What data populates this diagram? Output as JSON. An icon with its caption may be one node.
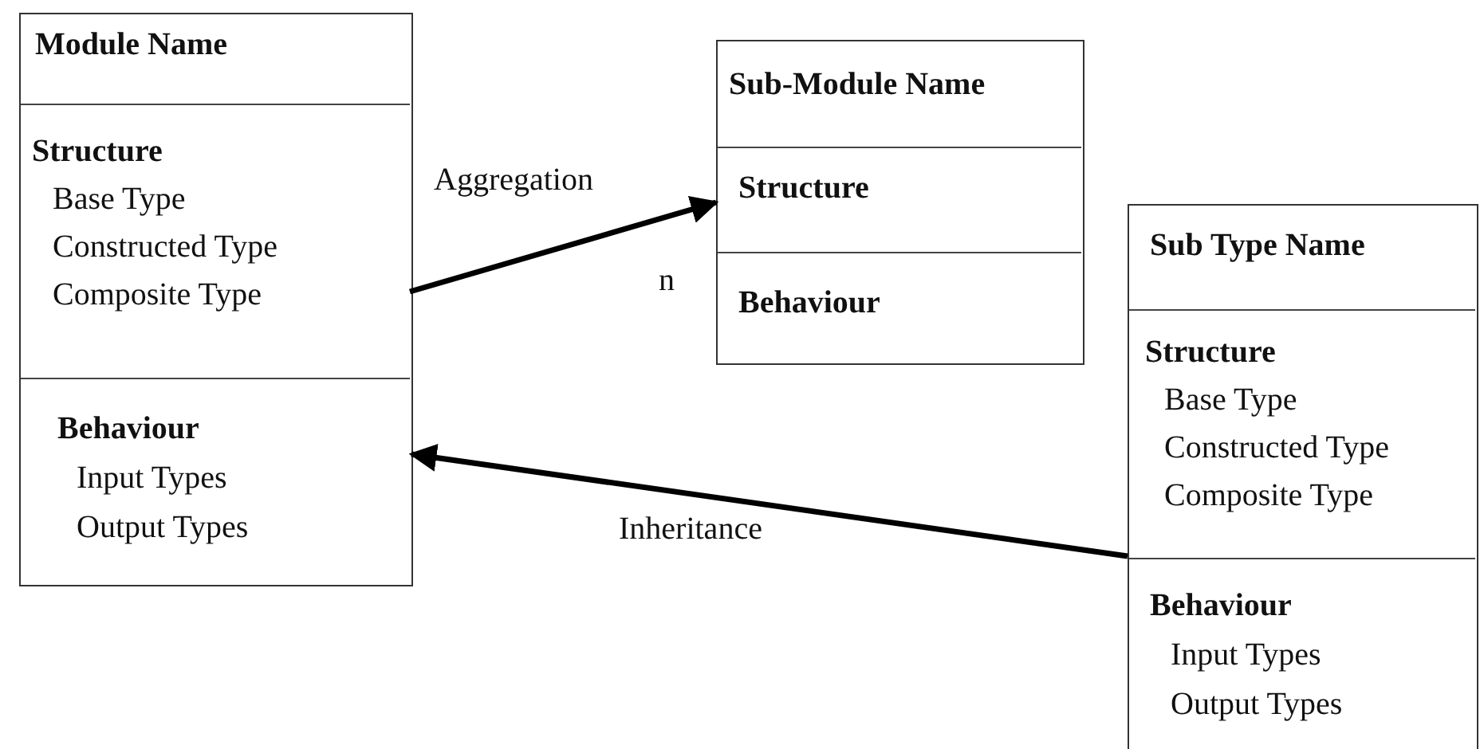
{
  "diagram": {
    "nodes": [
      {
        "text": [
          "Module Name"
        ]
      },
      {
        "text": [
          "Structure",
          "Base Type",
          "Constructed Type",
          "Composite Type"
        ],
        "in": 0
      },
      {
        "text": [
          "Behaviour",
          "Input Types",
          "Output Types"
        ],
        "in": 0
      },
      {
        "text": [
          "Sub-Module Name"
        ]
      },
      {
        "text": [
          "Structure"
        ],
        "in": 3
      },
      {
        "text": [
          "Behaviour"
        ],
        "in": 3
      },
      {
        "text": [
          "Sub Type Name"
        ]
      },
      {
        "text": [
          "Structure",
          "Base Type",
          "Constructed Type",
          "Composite Type"
        ],
        "in": 6
      },
      {
        "text": [
          "Behaviour",
          "Input Types",
          "Output Types"
        ],
        "in": 6
      }
    ],
    "edges": [
      {
        "from": 1,
        "to": 4,
        "arrow": "to",
        "label": "Aggregation"
      },
      {
        "from": 6,
        "to": 2,
        "arrow": "to",
        "label": "Inheritance"
      }
    ],
    "labels": [
      "n"
    ]
  }
}
